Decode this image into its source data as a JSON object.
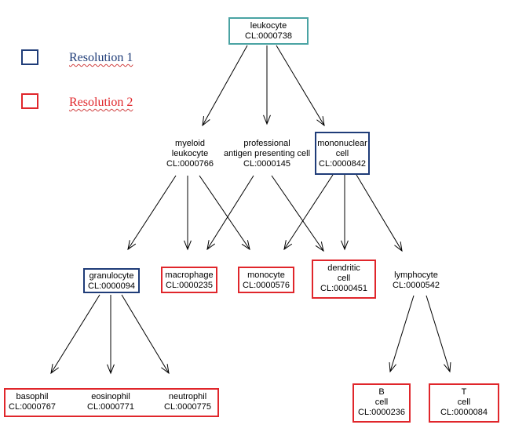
{
  "colors": {
    "resolution1": "#1f3c78",
    "resolution2": "#e0262b",
    "root": "#4aa3a3",
    "edge": "#000000"
  },
  "legend": {
    "resolution1": "Resolution 1",
    "resolution2": "Resolution 2"
  },
  "nodes": {
    "leukocyte": {
      "name": "leukocyte",
      "id": "CL:0000738"
    },
    "myeloid": {
      "name1": "myeloid",
      "name2": "leukocyte",
      "id": "CL:0000766"
    },
    "professional": {
      "name1": "professional",
      "name2": "antigen presenting cell",
      "id": "CL:0000145"
    },
    "mononuclear": {
      "name1": "mononuclear",
      "name2": "cell",
      "id": "CL:0000842"
    },
    "granulocyte": {
      "name": "granulocyte",
      "id": "CL:0000094"
    },
    "macrophage": {
      "name": "macrophage",
      "id": "CL:0000235"
    },
    "monocyte": {
      "name": "monocyte",
      "id": "CL:0000576"
    },
    "dendritic": {
      "name1": "dendritic",
      "name2": "cell",
      "id": "CL:0000451"
    },
    "lymphocyte": {
      "name": "lymphocyte",
      "id": "CL:0000542"
    },
    "basophil": {
      "name": "basophil",
      "id": "CL:0000767"
    },
    "eosinophil": {
      "name": "eosinophil",
      "id": "CL:0000771"
    },
    "neutrophil": {
      "name": "neutrophil",
      "id": "CL:0000775"
    },
    "bcell": {
      "name1": "B",
      "name2": "cell",
      "id": "CL:0000236"
    },
    "tcell": {
      "name1": "T",
      "name2": "cell",
      "id": "CL:0000084"
    }
  }
}
